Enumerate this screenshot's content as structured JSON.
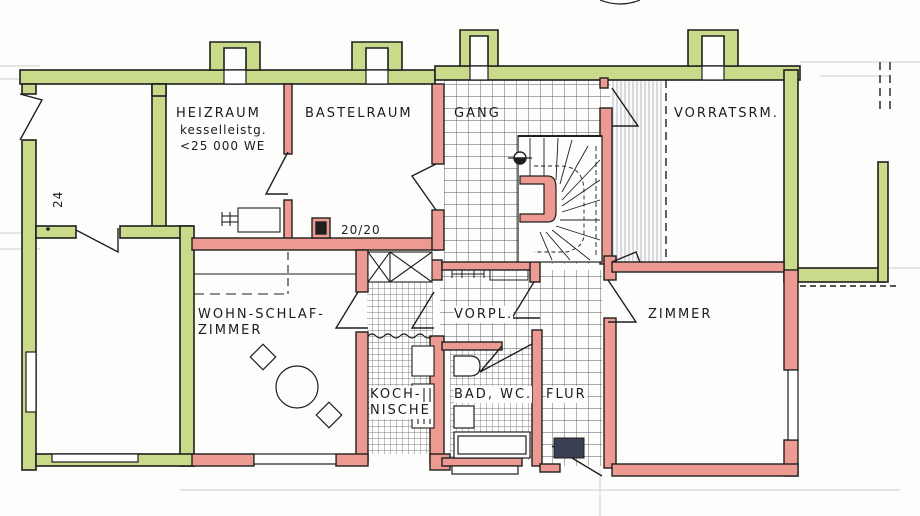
{
  "plan": {
    "colors": {
      "outer_wall": "#c9da8a",
      "inner_wall": "#ec9a92",
      "line": "#1f1f1f",
      "tile": "#4a4a55",
      "paper": "#fdfdfb"
    },
    "rooms": {
      "heizraum": {
        "name": "HEIZRAUM",
        "note1": "kesselleistg.",
        "note2": "<25 000 WE"
      },
      "bastelraum": {
        "name": "BASTELRAUM",
        "chimney": "20/20"
      },
      "gang": {
        "name": "GANG"
      },
      "vorratsraum": {
        "name": "VORRATSRM."
      },
      "wohn_schlaf": {
        "name1": "WOHN-SCHLAF-",
        "name2": "ZIMMER"
      },
      "kochnische": {
        "name1": "KOCH-",
        "name2": "NISCHE"
      },
      "vorplatz": {
        "name": "VORPL."
      },
      "bad_wc": {
        "name": "BAD, WC."
      },
      "flur": {
        "name": "FLUR"
      },
      "zimmer": {
        "name": "ZIMMER"
      }
    },
    "dimensions": {
      "wall_24": "24"
    }
  }
}
